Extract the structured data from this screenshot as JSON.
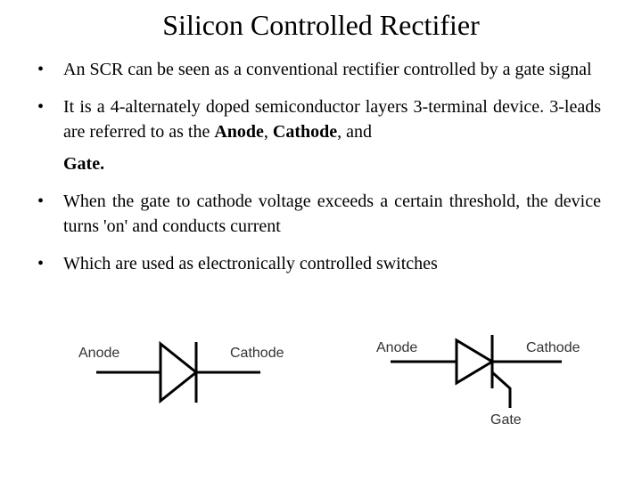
{
  "title": "Silicon Controlled Rectifier",
  "bullet_char": "•",
  "bullets": [
    {
      "text": "An SCR can be seen as a conventional rectifier controlled by a gate signal"
    },
    {
      "text_a": "It is a 4-alternately doped semiconductor layers 3-terminal device. 3-leads are referred to as the ",
      "anode": "Anode",
      "sep1": ", ",
      "cathode": "Cathode",
      "sep2": ", and",
      "gate": "Gate",
      "end": "."
    },
    {
      "text": "When the gate to cathode voltage exceeds a certain threshold, the device turns 'on' and conducts current"
    },
    {
      "text": "Which are used as electronically controlled switches"
    }
  ],
  "diode_symbol": {
    "anode_label": "Anode",
    "cathode_label": "Cathode"
  },
  "scr_symbol": {
    "anode_label": "Anode",
    "cathode_label": "Cathode",
    "gate_label": "Gate"
  }
}
